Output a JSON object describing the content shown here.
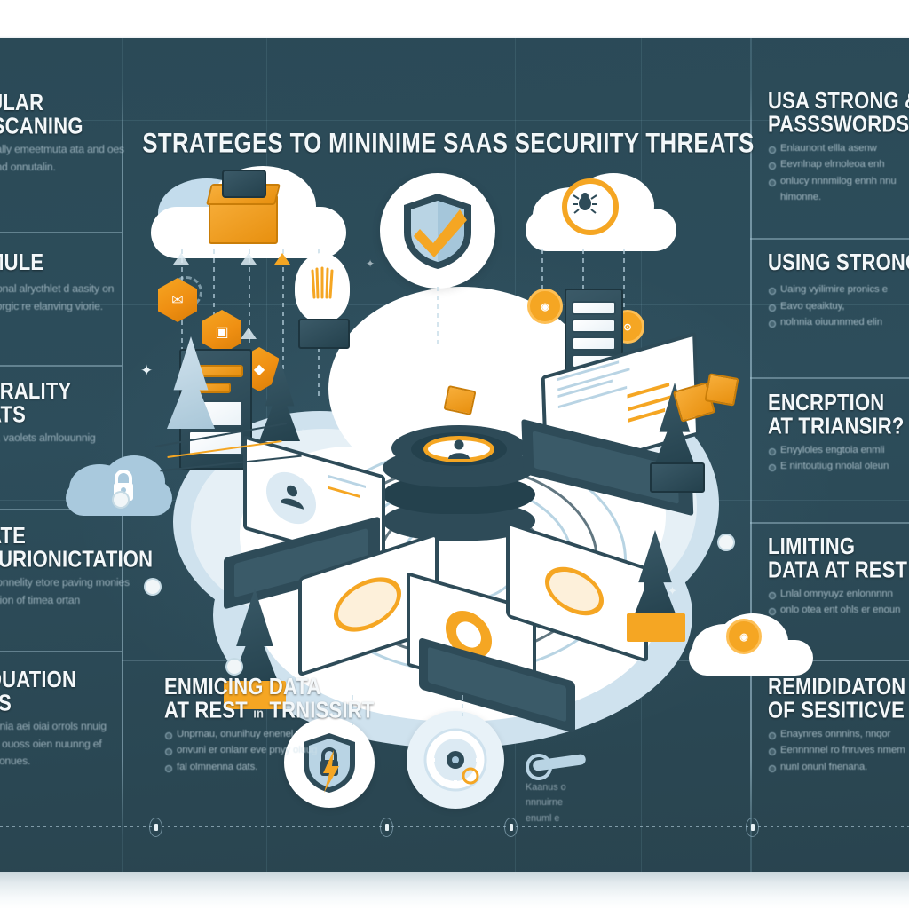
{
  "poster": {
    "headline": "STRATEGES TO MININIME SAAS SECURIITY THREATS",
    "background_color": "#2b4a57",
    "accent_color": "#f5a623",
    "text_color": "#f4f8fa"
  },
  "left_column": [
    {
      "id": "regular-vulnerability-scanning",
      "title_line1": "GULAR",
      "title_line2": "Y SCANING",
      "body": "ntinually emeetmuta ata and oes alon nd onnutalin."
    },
    {
      "id": "vulnerability-schedule",
      "title_line1": "NMULE",
      "title_line2": "",
      "body": "u entonal alrycthlet d aasity on omelorgic re elanving viorie."
    },
    {
      "id": "configuration-threats",
      "title_line1": "FURALITY",
      "title_line2": "RATS",
      "body": "uhaly, vaolets almlouunnig"
    },
    {
      "id": "separate-authentication",
      "title_line1": "RATE",
      "title_line2": "ATURIONICTATION",
      "body": "mon onnelity etore paving monies onnation of timea ortan"
    },
    {
      "id": "education-threats",
      "title_line1": "ADUATION",
      "title_line2": "ATS",
      "body": "n onnnia aei oiai orrols nnuig ennig ouoss oien nuunng ef onnuionues."
    }
  ],
  "right_column": [
    {
      "id": "use-strong-passwords",
      "title_line1": "USA STRONG &",
      "title_line2": "PASSSWORDS",
      "bullets": [
        "Enlaunont ellla asenw",
        "Eevnlnap elrnoleoa enh",
        "onlucy nnnmilog ennh nnu himonne."
      ]
    },
    {
      "id": "using-strong-policies",
      "title_line1": "USING STRONG",
      "title_line2": "",
      "bullets": [
        "Uaing vyilimire pronics e",
        "Eavo qeaiktuy,",
        "nolnnia oiuunnmed elin"
      ]
    },
    {
      "id": "encryption-at-transit",
      "title_line1": "ENCRPTION",
      "title_line2": "AT TRIANSIR?",
      "bullets": [
        "Enyyloles engtoia enmli",
        "E nintoutiug nnolal oleun"
      ]
    },
    {
      "id": "limiting-data-at-rest",
      "title_line1": "LIMITING",
      "title_line2": "DATA AT REST",
      "bullets": [
        "Lnlal omnyuyz enlonnnnn",
        "onlo otea ent ohls er enoun"
      ]
    },
    {
      "id": "remediation-of-sensitive-threats",
      "title_line1": "REMIDIDATON",
      "title_line2": "OF SESITICVE T",
      "bullets": [
        "Enaynres onnnins, nnqor",
        "Eennnnnel ro fnruves nmem",
        "nunl onunl fnenana."
      ]
    }
  ],
  "bottom_center": {
    "id": "encrypting-data-at-rest-and-transit",
    "title_line1": "ENMICING DATA",
    "title_line2": "AT REST",
    "title_line2_small": "ın",
    "title_line2_cont": "TRNISSIRT",
    "bullets": [
      "Unprnau, onunihuy enenel",
      "onvuni er onlanr eve pnyy oluug",
      "fal olmnenna dats."
    ]
  },
  "bottom_right_note": {
    "lines": [
      "Kaanus o",
      "nnnuirne",
      "enuml e"
    ]
  },
  "icons": {
    "top_center_badge": "shield-check-icon",
    "top_left_cloud": "cloud-server-icon",
    "top_right_cloud": "cloud-bug-icon",
    "center_core": "database-user-icon",
    "left_cloud_lock": "cloud-lock-icon",
    "bottom_shield": "shield-lock-bolt-icon",
    "bottom_dial": "combination-lock-icon",
    "bulb": "lightbulb-icon",
    "key": "key-icon"
  }
}
